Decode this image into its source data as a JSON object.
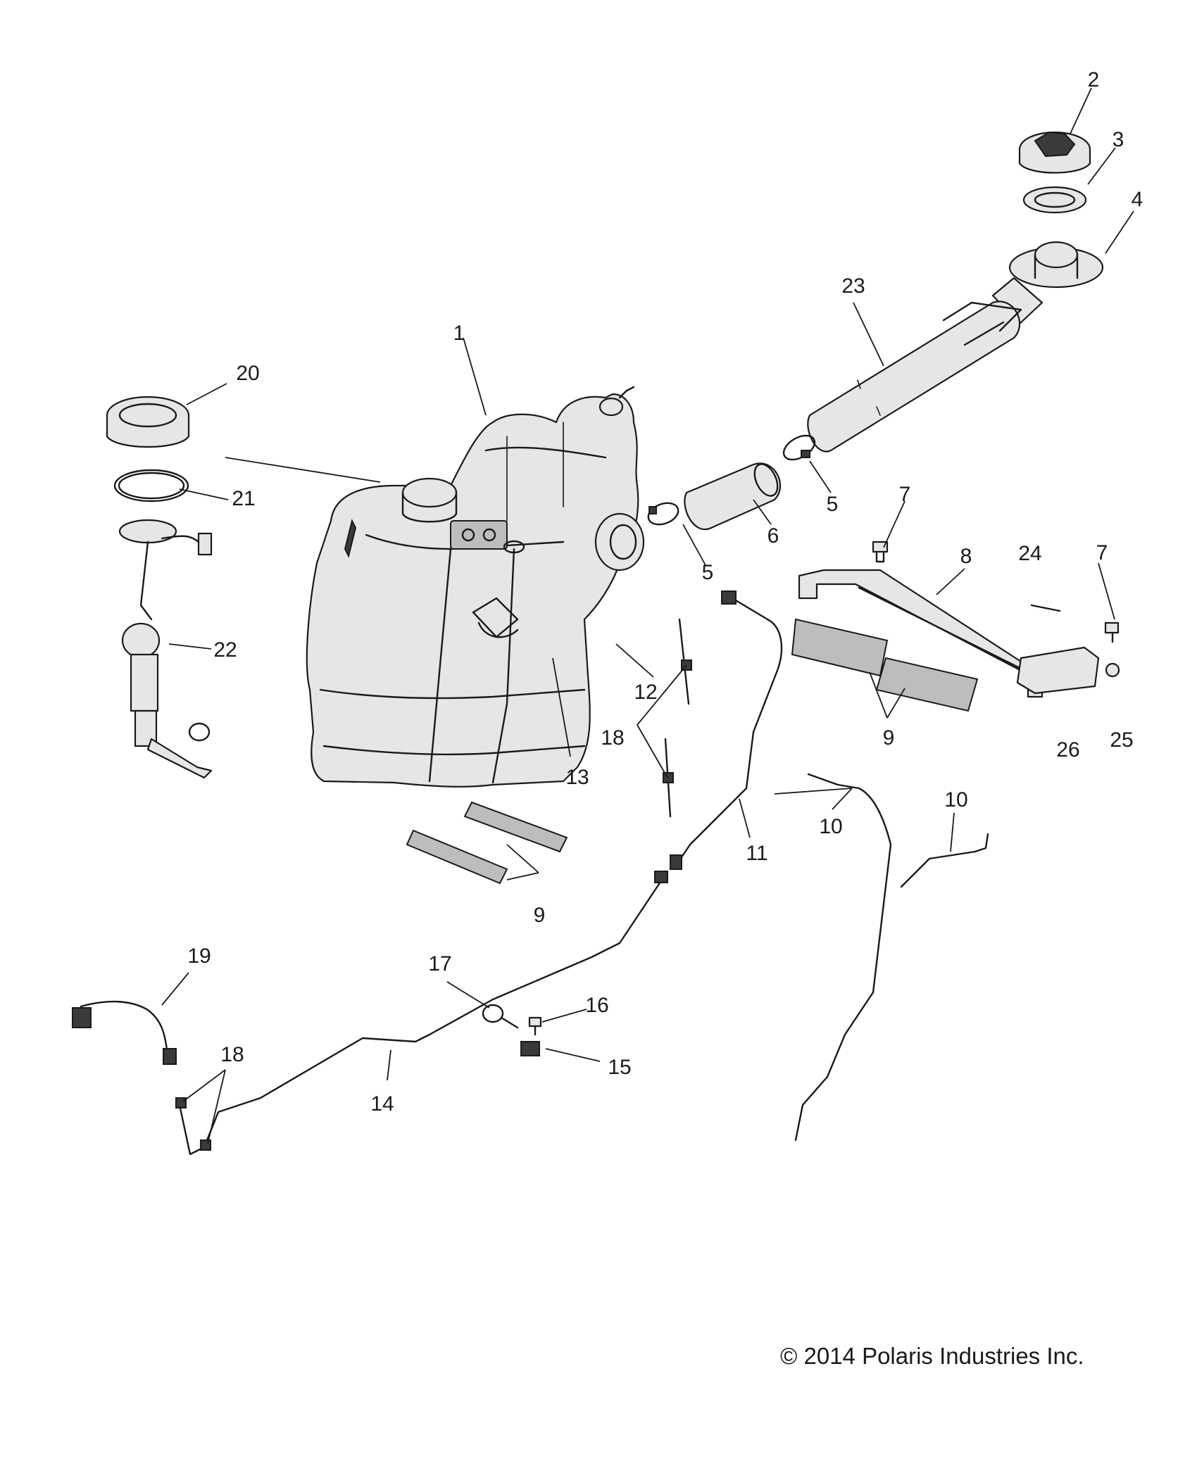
{
  "callouts": [
    "1",
    "2",
    "3",
    "4",
    "5",
    "5",
    "6",
    "7",
    "7",
    "8",
    "9",
    "9",
    "10",
    "10",
    "11",
    "12",
    "13",
    "14",
    "15",
    "16",
    "17",
    "18",
    "18",
    "19",
    "20",
    "21",
    "22",
    "23",
    "24",
    "25",
    "26"
  ],
  "copyright": "© 2014 Polaris Industries Inc."
}
